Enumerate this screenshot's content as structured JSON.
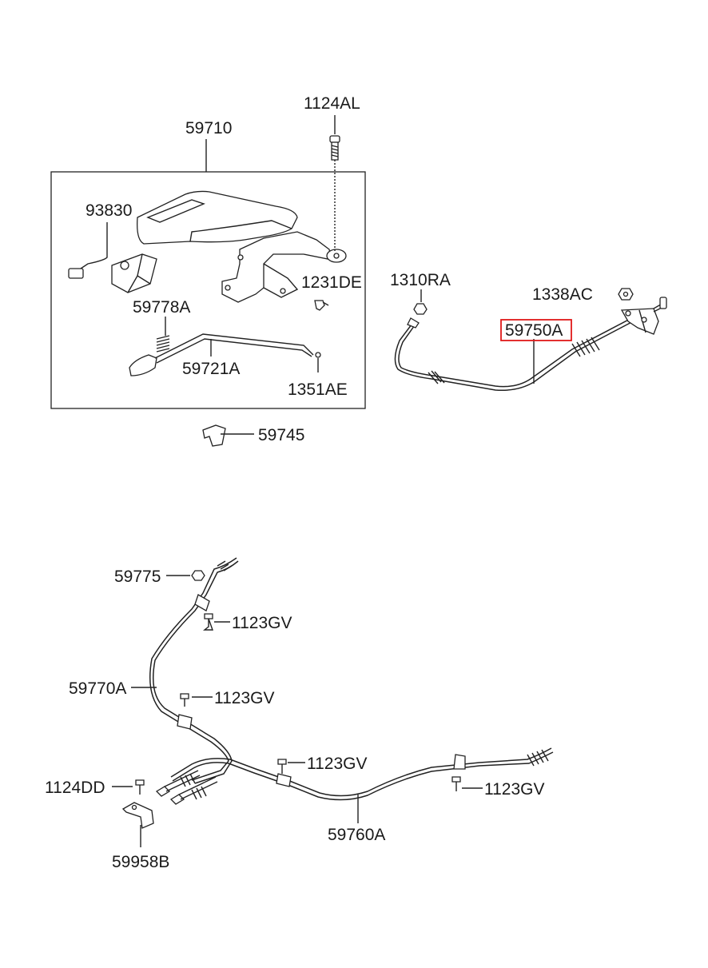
{
  "parts": {
    "p1124AL": "1124AL",
    "p59710": "59710",
    "p93830": "93830",
    "p1231DE": "1231DE",
    "p59778A": "59778A",
    "p59721A": "59721A",
    "p1351AE": "1351AE",
    "p59745": "59745",
    "p1310RA": "1310RA",
    "p1338AC": "1338AC",
    "p59750A": "59750A",
    "p59775": "59775",
    "p1123GV_a": "1123GV",
    "p59770A": "59770A",
    "p1123GV_b": "1123GV",
    "p1123GV_c": "1123GV",
    "p1124DD": "1124DD",
    "p1123GV_d": "1123GV",
    "p59958B": "59958B",
    "p59760A": "59760A"
  },
  "highlight": {
    "part": "59750A",
    "color": "#e0191a"
  }
}
